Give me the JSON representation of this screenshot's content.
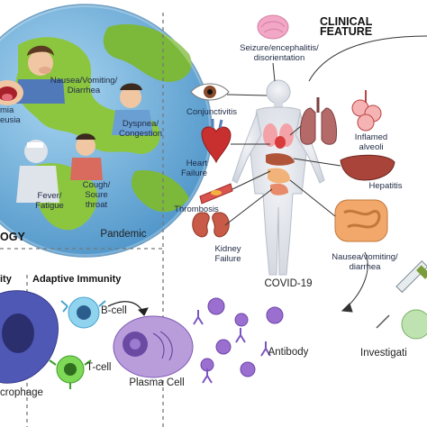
{
  "epidemiology": {
    "section_title_fragment": "OGY",
    "pandemic_label": "Pandemic",
    "symptoms": [
      "Nausea/Vomiting/\nDiarrhea",
      "mia\neusia",
      "Dyspnea/\nCongestion",
      "Fever/\nFatigue",
      "Cough/\nSoure\nthroat"
    ]
  },
  "clinical": {
    "title": "CLINICAL FEATURE",
    "center_label": "COVID-19",
    "features": [
      "Seizure/encephalitis/\ndisorientation",
      "Conjunctivitis",
      "Heart\nFailure",
      "Thrombosis",
      "Kidney\nFailure",
      "Inflamed\nalveoli",
      "Hepatitis",
      "Nausea/vomiting/\ndiarrhea"
    ]
  },
  "immunity": {
    "innate_fragment": "ity",
    "adaptive_title": "Adaptive Immunity",
    "b_cell": "B-cell",
    "t_cell": "T-cell",
    "macrophage_fragment": "crophage",
    "plasma_cell": "Plasma Cell",
    "antibody": "Antibody"
  },
  "investigation": {
    "label_fragment": "Investigati"
  },
  "colors": {
    "ocean": "#6fb0dc",
    "land": "#8cc63f",
    "body": "#e6e9ef",
    "organ_red": "#d83b3b",
    "macrophage": "#4f56b8",
    "plasma": "#b59ad8",
    "virus": "#9b6fd0"
  }
}
